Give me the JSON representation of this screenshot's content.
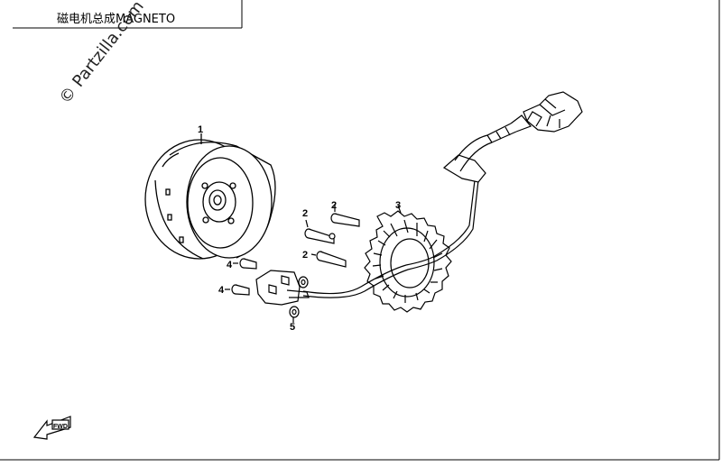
{
  "header": {
    "title": "磁电机总成MAGNETO"
  },
  "watermark": {
    "text": "© Partzilla.com"
  },
  "callouts": {
    "c1": "1",
    "c2a": "2",
    "c2b": "2",
    "c2c": "2",
    "c3": "3",
    "c4a": "4",
    "c4b": "4",
    "c5": "5"
  },
  "direction_badge": {
    "text": "FWD"
  }
}
